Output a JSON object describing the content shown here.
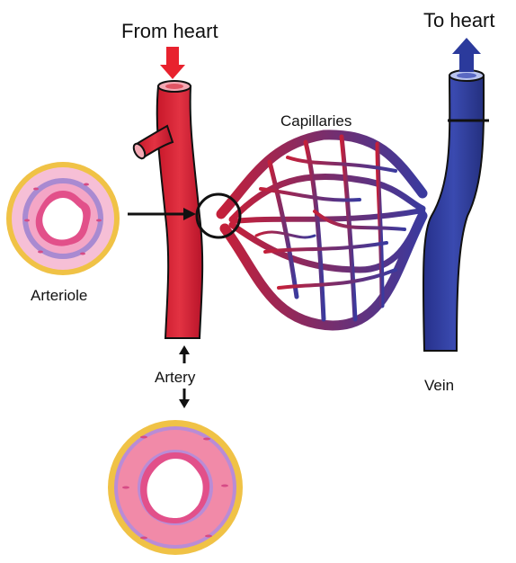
{
  "labels": {
    "from_heart": "From heart",
    "to_heart": "To heart",
    "capillaries": "Capillaries",
    "arteriole": "Arteriole",
    "artery": "Artery",
    "vein": "Vein"
  },
  "colors": {
    "artery": "#d91f2d",
    "vein": "#2d3a9a",
    "capillary_mid": "#7b2d6a",
    "from_heart_arrow": "#e8222e",
    "to_heart_arrow": "#2b3a9c",
    "outer_layer": "#f0c246",
    "muscle_layer": "#f4a6c6",
    "elastic_layer": "#a98ad1",
    "endothelium": "#e2508a"
  }
}
